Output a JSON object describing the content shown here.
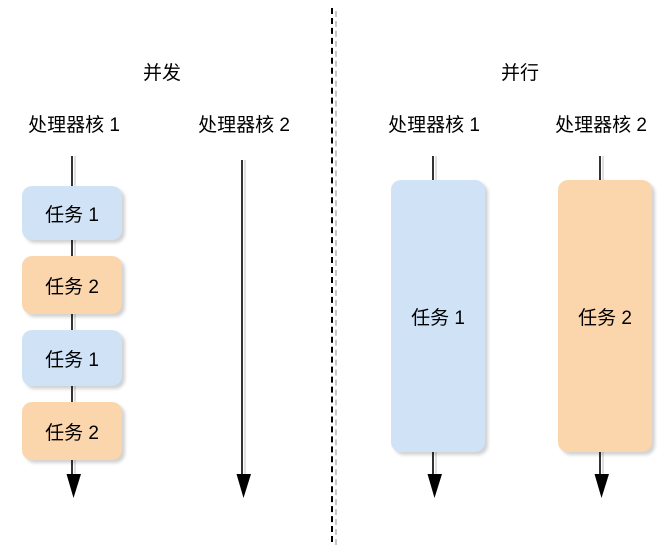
{
  "diagram": {
    "title_left": "并发",
    "title_right": "并行",
    "colors": {
      "task1_fill": "#cfe2f6",
      "task2_fill": "#fbd5ab",
      "line": "#000000",
      "line_inner": "#d9d9d9",
      "divider": "#000000",
      "text": "#000000",
      "shadow": "#b3b3b3"
    },
    "left_panel": {
      "title": "并发",
      "lanes": [
        {
          "label": "处理器核 1",
          "tasks": [
            {
              "label": "任务 1",
              "color": "task1"
            },
            {
              "label": "任务 2",
              "color": "task2"
            },
            {
              "label": "任务 1",
              "color": "task1"
            },
            {
              "label": "任务 2",
              "color": "task2"
            }
          ]
        },
        {
          "label": "处理器核 2",
          "tasks": []
        }
      ]
    },
    "right_panel": {
      "title": "并行",
      "lanes": [
        {
          "label": "处理器核 1",
          "tasks": [
            {
              "label": "任务 1",
              "color": "task1"
            }
          ]
        },
        {
          "label": "处理器核 2",
          "tasks": [
            {
              "label": "任务 2",
              "color": "task2"
            }
          ]
        }
      ]
    }
  }
}
